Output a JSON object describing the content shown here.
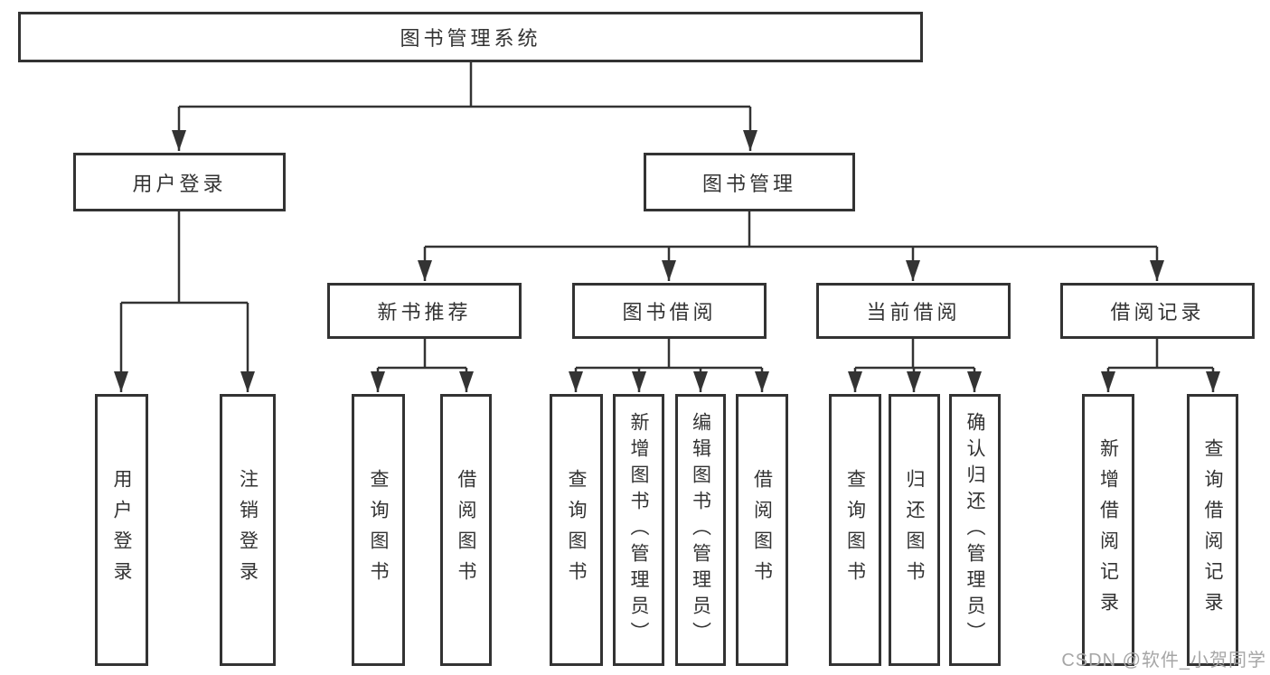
{
  "diagram": {
    "root": {
      "label": "图书管理系统"
    },
    "branches": [
      {
        "label": "用户登录",
        "children": [
          {
            "label": "用户登录"
          },
          {
            "label": "注销登录"
          }
        ]
      },
      {
        "label": "图书管理",
        "children": [
          {
            "label": "新书推荐",
            "children": [
              {
                "label": "查询图书"
              },
              {
                "label": "借阅图书"
              }
            ]
          },
          {
            "label": "图书借阅",
            "children": [
              {
                "label": "查询图书"
              },
              {
                "label": "新增图书（管理员）"
              },
              {
                "label": "编辑图书（管理员）"
              },
              {
                "label": "借阅图书"
              }
            ]
          },
          {
            "label": "当前借阅",
            "children": [
              {
                "label": "查询图书"
              },
              {
                "label": "归还图书"
              },
              {
                "label": "确认归还（管理员）"
              }
            ]
          },
          {
            "label": "借阅记录",
            "children": [
              {
                "label": "新增借阅记录"
              },
              {
                "label": "查询借阅记录"
              }
            ]
          }
        ]
      }
    ]
  },
  "watermark": {
    "text": "CSDN @软件_小贺同学"
  },
  "colors": {
    "line": "#333333",
    "text": "#333333",
    "box_background": "#ffffff",
    "watermark": "#a6a6a6",
    "background": "#ffffff"
  }
}
